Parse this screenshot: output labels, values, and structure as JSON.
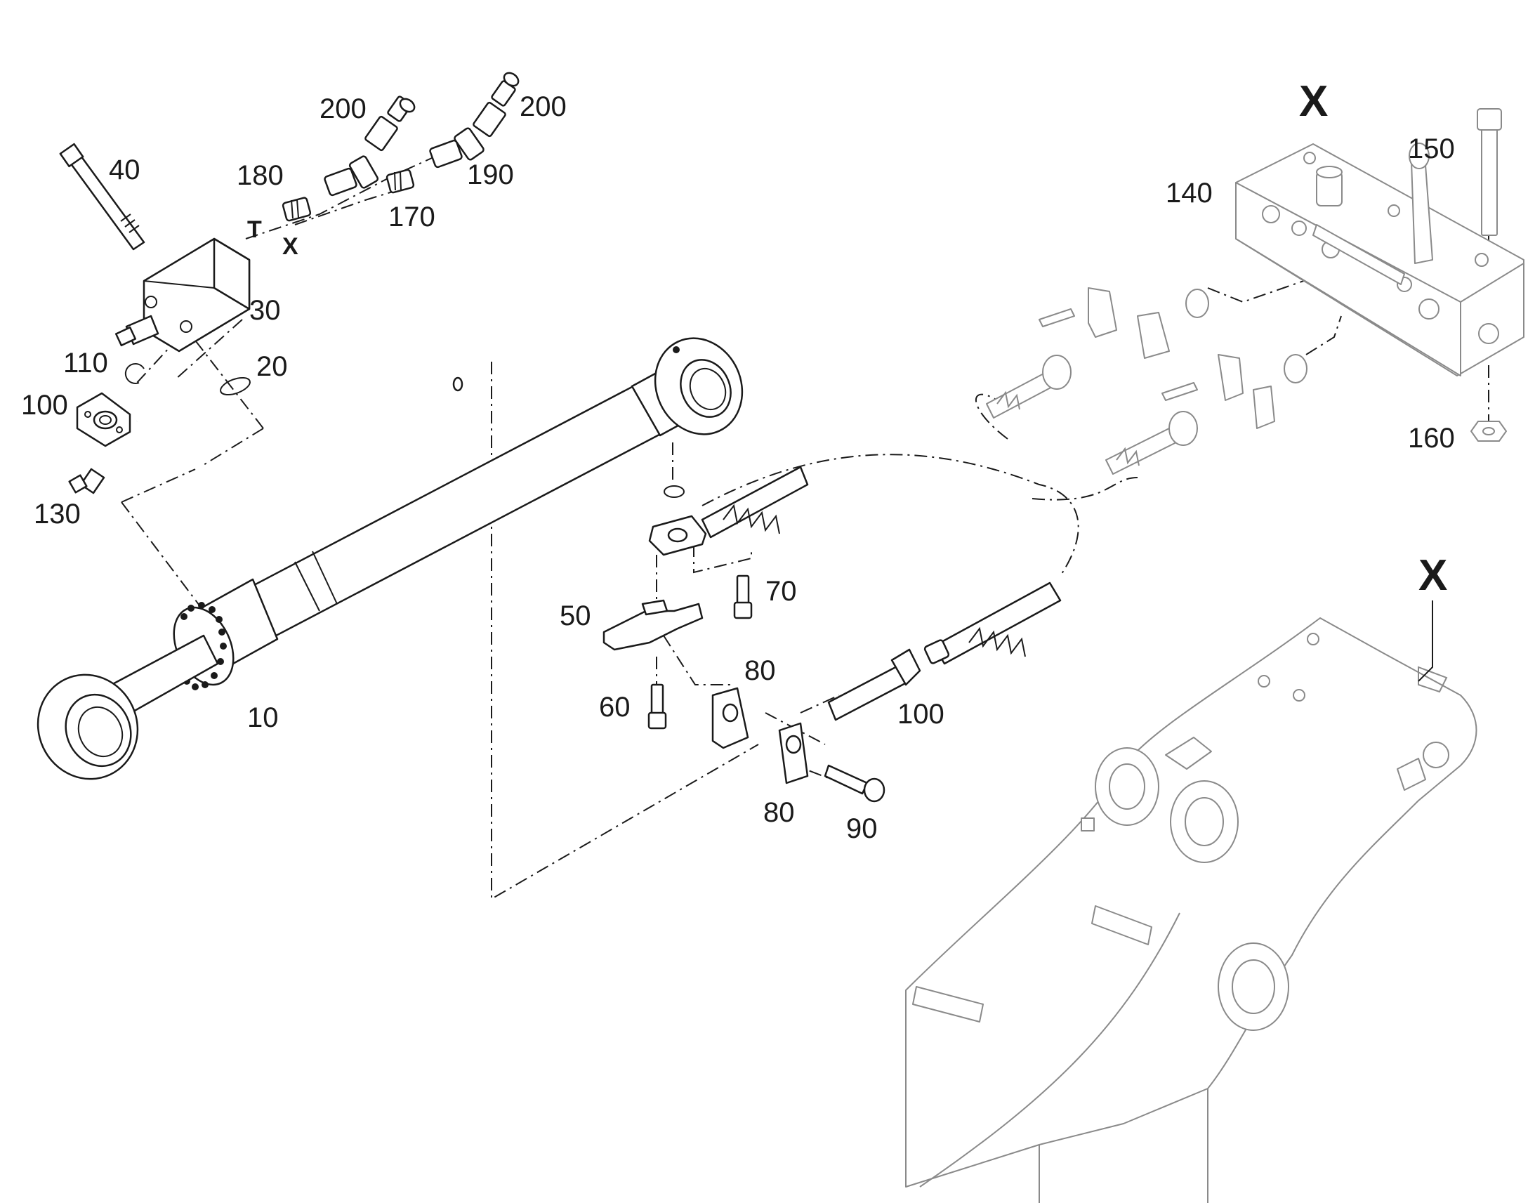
{
  "diagram": {
    "callouts": {
      "c10": "10",
      "c20": "20",
      "c30": "30",
      "c40": "40",
      "c50": "50",
      "c60": "60",
      "c70": "70",
      "c80a": "80",
      "c80b": "80",
      "c90": "90",
      "c100a": "100",
      "c100b": "100",
      "c110": "110",
      "c130": "130",
      "c140": "140",
      "c150": "150",
      "c160": "160",
      "c170": "170",
      "c180": "180",
      "c190": "190",
      "c200a": "200",
      "c200b": "200"
    },
    "detail_markers": {
      "detail_title": "X",
      "boom_ref": "X"
    },
    "port_labels": {
      "port_t": "T",
      "port_x": "X"
    }
  }
}
